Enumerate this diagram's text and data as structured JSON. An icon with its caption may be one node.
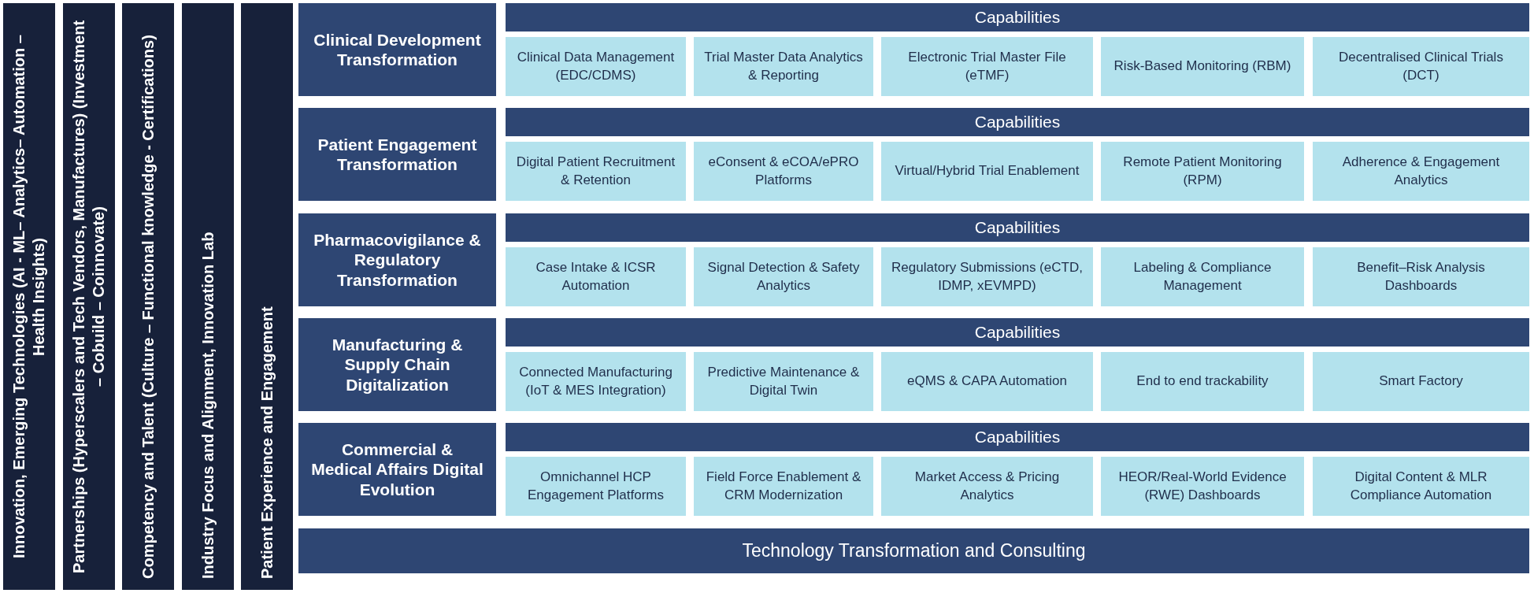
{
  "diagram": {
    "nodes": [
      {
        "text": [
          "Innovation, Emerging Technologies (AI - ML– Analytics– Automation – Health Insights)"
        ]
      },
      {
        "text": [
          "Partnerships (Hyperscalers and Tech Vendors, Manufactures) (Investment – Cobuild – Coinnovate)"
        ]
      },
      {
        "text": [
          "Competency and Talent (Culture – Functional knowledge - Certifications)"
        ]
      },
      {
        "text": [
          "Industry Focus and Alignment, Innovation Lab"
        ]
      },
      {
        "text": [
          "Patient Experience and Engagement"
        ]
      },
      {
        "text": [
          "Clinical Development Transformation"
        ]
      },
      {
        "text": [
          "Capabilities"
        ]
      },
      {
        "text": [
          "Clinical Data Management (EDC/CDMS)"
        ]
      },
      {
        "text": [
          "Trial Master Data Analytics & Reporting"
        ]
      },
      {
        "text": [
          "Electronic Trial Master File (eTMF)"
        ]
      },
      {
        "text": [
          "Risk-Based Monitoring (RBM)"
        ]
      },
      {
        "text": [
          "Decentralised Clinical Trials (DCT)"
        ]
      },
      {
        "text": [
          "Patient Engagement Transformation"
        ]
      },
      {
        "text": [
          "Capabilities"
        ]
      },
      {
        "text": [
          "Digital Patient Recruitment & Retention"
        ]
      },
      {
        "text": [
          "eConsent & eCOA/ePRO Platforms"
        ]
      },
      {
        "text": [
          "Virtual/Hybrid Trial Enablement"
        ]
      },
      {
        "text": [
          "Remote Patient Monitoring (RPM)"
        ]
      },
      {
        "text": [
          "Adherence & Engagement Analytics"
        ]
      },
      {
        "text": [
          "Pharmacovigilance & Regulatory Transformation"
        ]
      },
      {
        "text": [
          "Capabilities"
        ]
      },
      {
        "text": [
          "Case Intake & ICSR Automation"
        ]
      },
      {
        "text": [
          "Signal Detection & Safety Analytics"
        ]
      },
      {
        "text": [
          "Regulatory Submissions (eCTD, IDMP, xEVMPD)"
        ]
      },
      {
        "text": [
          "Labeling & Compliance Management"
        ]
      },
      {
        "text": [
          "Benefit–Risk Analysis Dashboards"
        ]
      },
      {
        "text": [
          "Manufacturing & Supply Chain Digitalization"
        ]
      },
      {
        "text": [
          "Capabilities"
        ]
      },
      {
        "text": [
          "Connected Manufacturing (IoT & MES Integration)"
        ]
      },
      {
        "text": [
          "Predictive Maintenance & Digital Twin"
        ]
      },
      {
        "text": [
          "eQMS & CAPA Automation"
        ]
      },
      {
        "text": [
          "End to end trackability"
        ]
      },
      {
        "text": [
          "Smart Factory"
        ]
      },
      {
        "text": [
          "Commercial & Medical Affairs Digital Evolution"
        ]
      },
      {
        "text": [
          "Capabilities"
        ]
      },
      {
        "text": [
          "Omnichannel HCP Engagement Platforms"
        ]
      },
      {
        "text": [
          "Field Force Enablement & CRM Modernization"
        ]
      },
      {
        "text": [
          "Market Access & Pricing Analytics"
        ]
      },
      {
        "text": [
          "HEOR/Real-World Evidence (RWE) Dashboards"
        ]
      },
      {
        "text": [
          "Digital Content & MLR Compliance Automation"
        ]
      },
      {
        "text": [
          "Technology Transformation and Consulting"
        ]
      }
    ]
  }
}
